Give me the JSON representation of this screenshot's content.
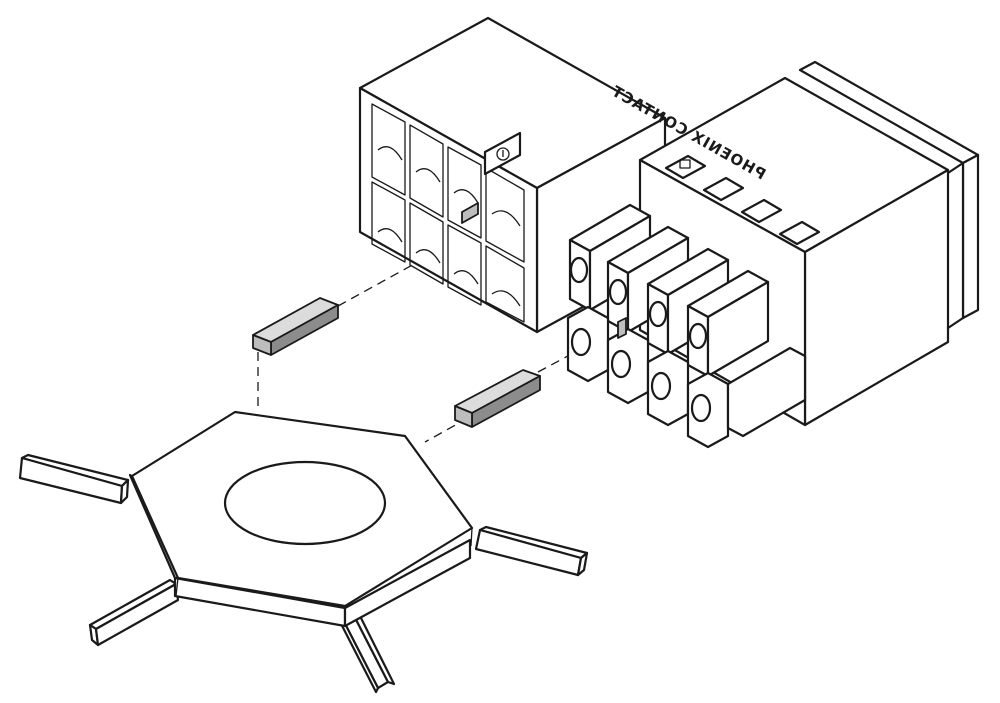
{
  "drawing": {
    "brand_text": "PHOENIX CONTACT",
    "colors": {
      "line": "#1a1a1a",
      "background": "#ffffff",
      "coding_element_fill": "#bdbdbd",
      "coding_element_dark": "#8c8c8c"
    },
    "parts": [
      "coding-star",
      "coding-key-left",
      "coding-key-right",
      "header-housing",
      "plug-connector"
    ]
  }
}
